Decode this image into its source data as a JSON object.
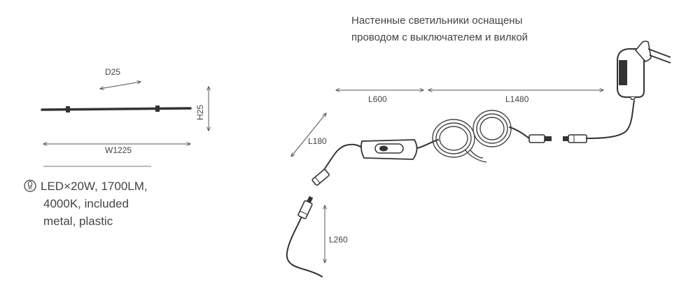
{
  "title": {
    "line1": "Настенные светильники оснащены",
    "line2": "проводом с выключателем и вилкой"
  },
  "fixture": {
    "depth_label": "D25",
    "height_label": "H25",
    "width_label": "W1225"
  },
  "specs": {
    "icon": "led-bulb-icon",
    "line1": "LED×20W, 1700LM,",
    "line2": "4000K, included",
    "line3": "metal, plastic"
  },
  "cable": {
    "label_l600": "L600",
    "label_l1480": "L1480",
    "label_l180": "L180",
    "label_l260": "L260"
  },
  "colors": {
    "line": "#555555",
    "cable": "#333333",
    "text": "#444444"
  }
}
